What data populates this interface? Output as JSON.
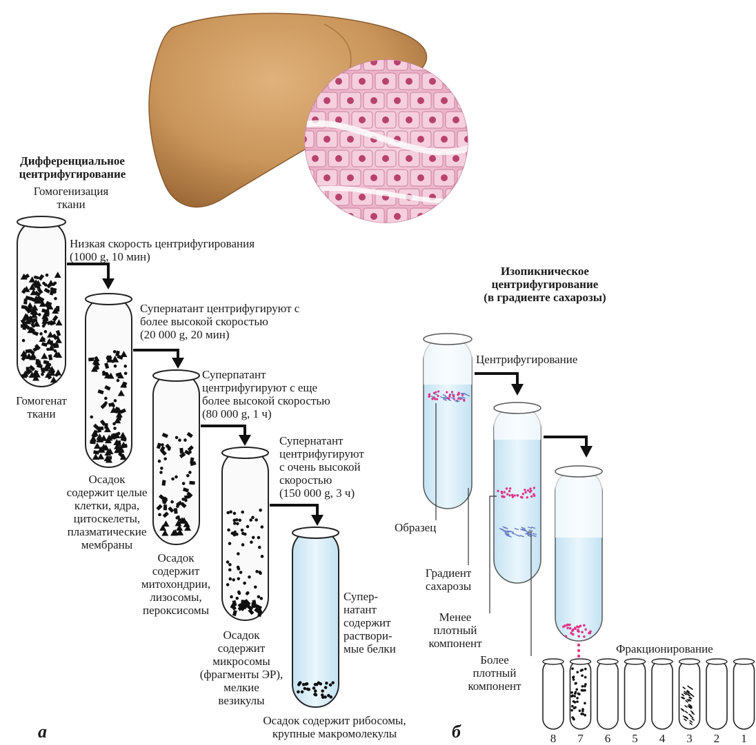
{
  "left_panel": {
    "title": "Дифференциальное\nцентрифугирование",
    "homogenization": "Гомогенизация\nткани",
    "homogenate": "Гомогенат\nткани",
    "step1": "Низкая скорость центрифугирования\n(1000 g, 10 мин)",
    "step2": "Супернатант центрифугируют с\nболее высокой скоростью\n(20 000 g, 20 мин)",
    "step3": "Суперпатант\nцентрифугируют с еще\nболее высокой скоростью\n(80 000 g, 1 ч)",
    "step4": "Супернатант\nцентрифугируют\nс очень высокой\nскоростью\n(150 000 g, 3 ч)",
    "pellet1": "Осадок\nсодержит целые\nклетки, ядра,\nцитоскелеты,\nплазматические\nмембраны",
    "pellet2": "Осадок\nсодержит\nмитохондрии,\nлизосомы,\nпероксисомы",
    "pellet3": "Осадок\nсодержит\nмикросомы\n(фрагменты ЭР),\nмелкие\nвезикулы",
    "supernatant": "Супер-\nнатант\nсодержит\nраствори-\nмые белки",
    "pellet4": "Осадок содержит рибосомы,\nкрупные макромолекулы",
    "panel_letter": "а"
  },
  "right_panel": {
    "title": "Изопикническое\nцентрифугирование\n(в градиенте сахарозы)",
    "centrifugation": "Центрифугирование",
    "sample": "Образец",
    "gradient": "Градиент\nсахарозы",
    "less_dense": "Менее\nплотный\nкомпонент",
    "more_dense": "Более\nплотный\nкомпонент",
    "fractionation": "Фракционирование",
    "fraction_numbers": [
      "8",
      "7",
      "6",
      "5",
      "4",
      "3",
      "2",
      "1"
    ],
    "panel_letter": "б"
  },
  "colors": {
    "liver": "#c9955a",
    "tissue": "#f2c6d6",
    "tube_liquid": "#d4ebf7",
    "magenta_band": "#e0338a",
    "blue_band": "#6a7fc4"
  }
}
